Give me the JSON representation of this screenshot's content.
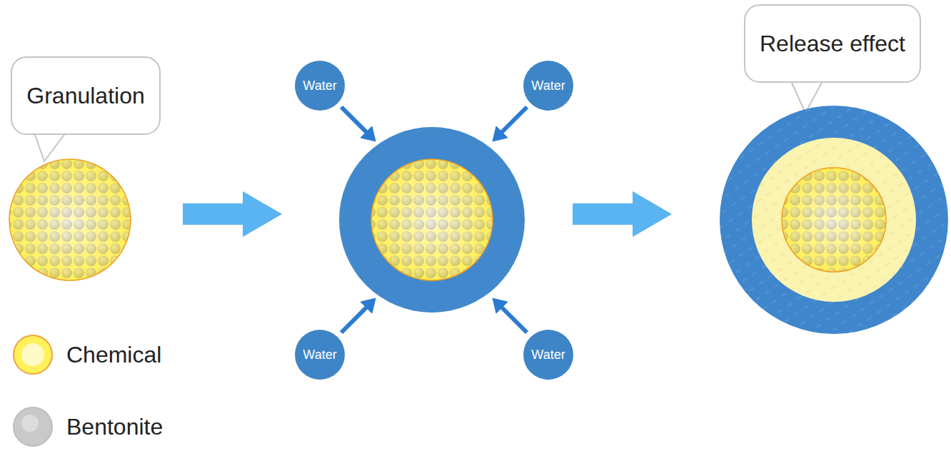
{
  "diagram": {
    "nodes": [
      {
        "text": [
          "Granulation"
        ]
      },
      {
        "text": [
          "Water"
        ]
      },
      {
        "text": [
          "Water"
        ]
      },
      {
        "text": [
          "Release effect"
        ]
      },
      {
        "text": [
          "Water"
        ]
      },
      {
        "text": [
          "Water"
        ]
      }
    ],
    "legend": [
      {
        "text": "Chemical",
        "color": "#fff15c"
      },
      {
        "text": "Bentonite",
        "color": "#c9c9c9"
      }
    ]
  }
}
